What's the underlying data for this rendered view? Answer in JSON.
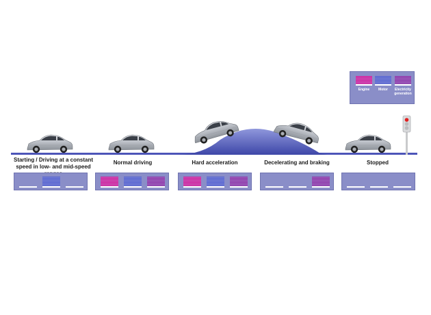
{
  "colors": {
    "engine": "#d6139a",
    "motor": "#4d5cd0",
    "electricity_generation": "#8c2aa6",
    "panel": "#8a8ec8",
    "road": "#4d55b8",
    "hill": "#5660bf"
  },
  "legend": {
    "engine": "Engine",
    "motor": "Motor",
    "electricity_generation": "Electricity generation"
  },
  "stages": [
    {
      "label": "Starting / Driving at a constant speed in low- and mid-speed ranges",
      "engine": false,
      "motor": true,
      "generation": false
    },
    {
      "label": "Normal driving",
      "engine": true,
      "motor": true,
      "generation": true
    },
    {
      "label": "Hard acceleration",
      "engine": true,
      "motor": true,
      "generation": true
    },
    {
      "label": "Decelerating and braking",
      "engine": false,
      "motor": false,
      "generation": true
    },
    {
      "label": "Stopped",
      "engine": false,
      "motor": false,
      "generation": false
    }
  ],
  "icons": [
    "car-icon",
    "traffic-light-icon"
  ]
}
